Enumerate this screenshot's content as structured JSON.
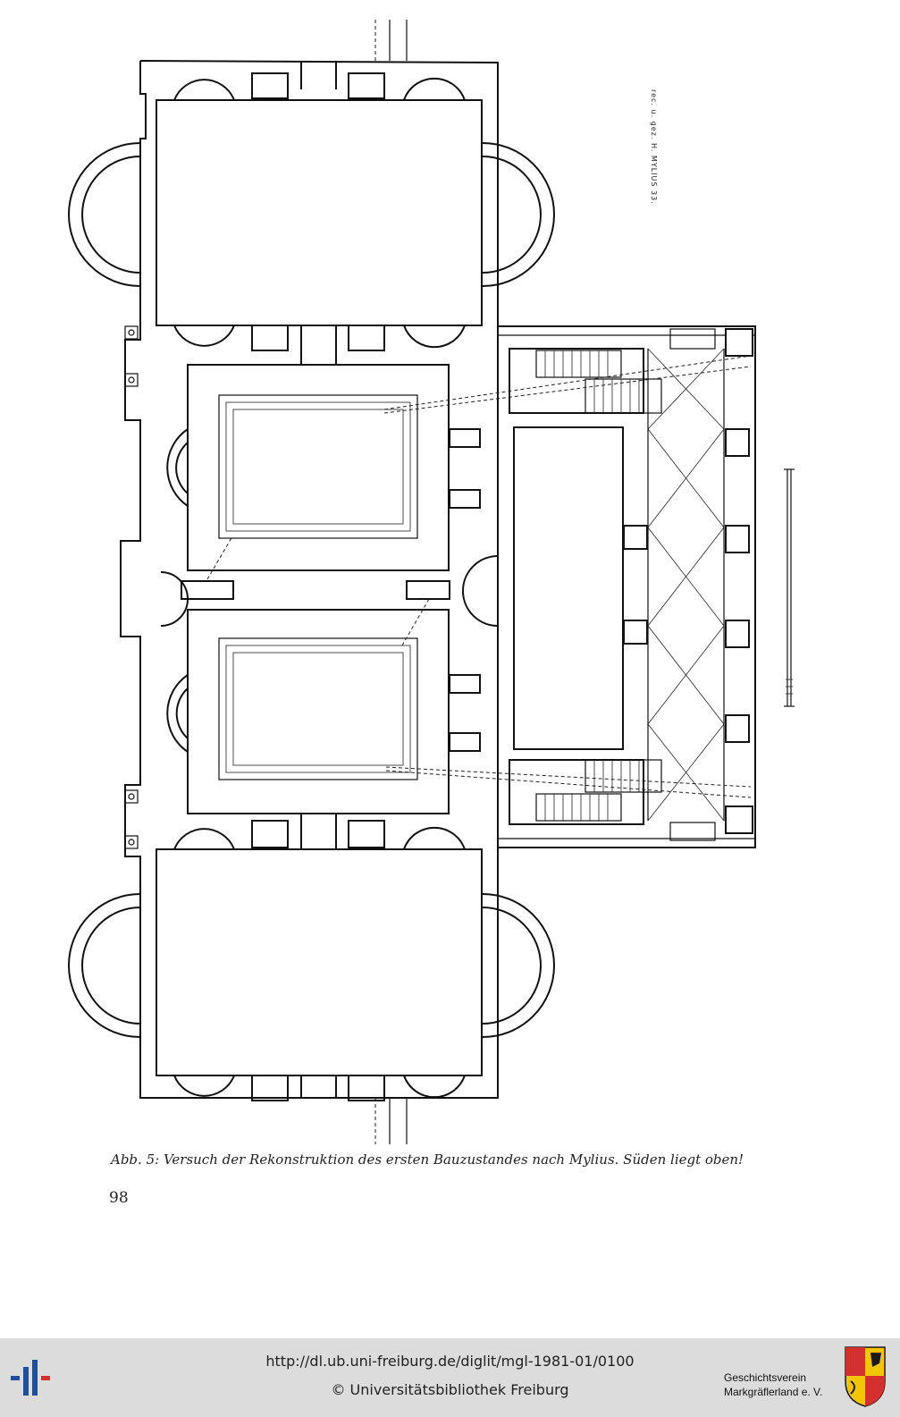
{
  "drawing": {
    "signature": "rec. u. gez. H. MYLIUS 33."
  },
  "caption": "Abb. 5: Versuch der Rekonstruktion des ersten Bauzustandes nach Mylius. Süden liegt oben!",
  "page_number": "98",
  "footer": {
    "url": "http://dl.ub.uni-freiburg.de/diglit/mgl-1981-01/0100",
    "copyright": "© Universitätsbibliothek Freiburg",
    "society_line1": "Geschichtsverein",
    "society_line2": "Markgräflerland e. V.",
    "logo_icon": "ub-freiburg-logo-icon",
    "arms_icon": "coat-of-arms-icon",
    "logo_colors": [
      "#1f4e9c",
      "#d32f2f"
    ],
    "arms_colors": [
      "#d32f2f",
      "#f2c500",
      "#1a1a1a"
    ]
  }
}
